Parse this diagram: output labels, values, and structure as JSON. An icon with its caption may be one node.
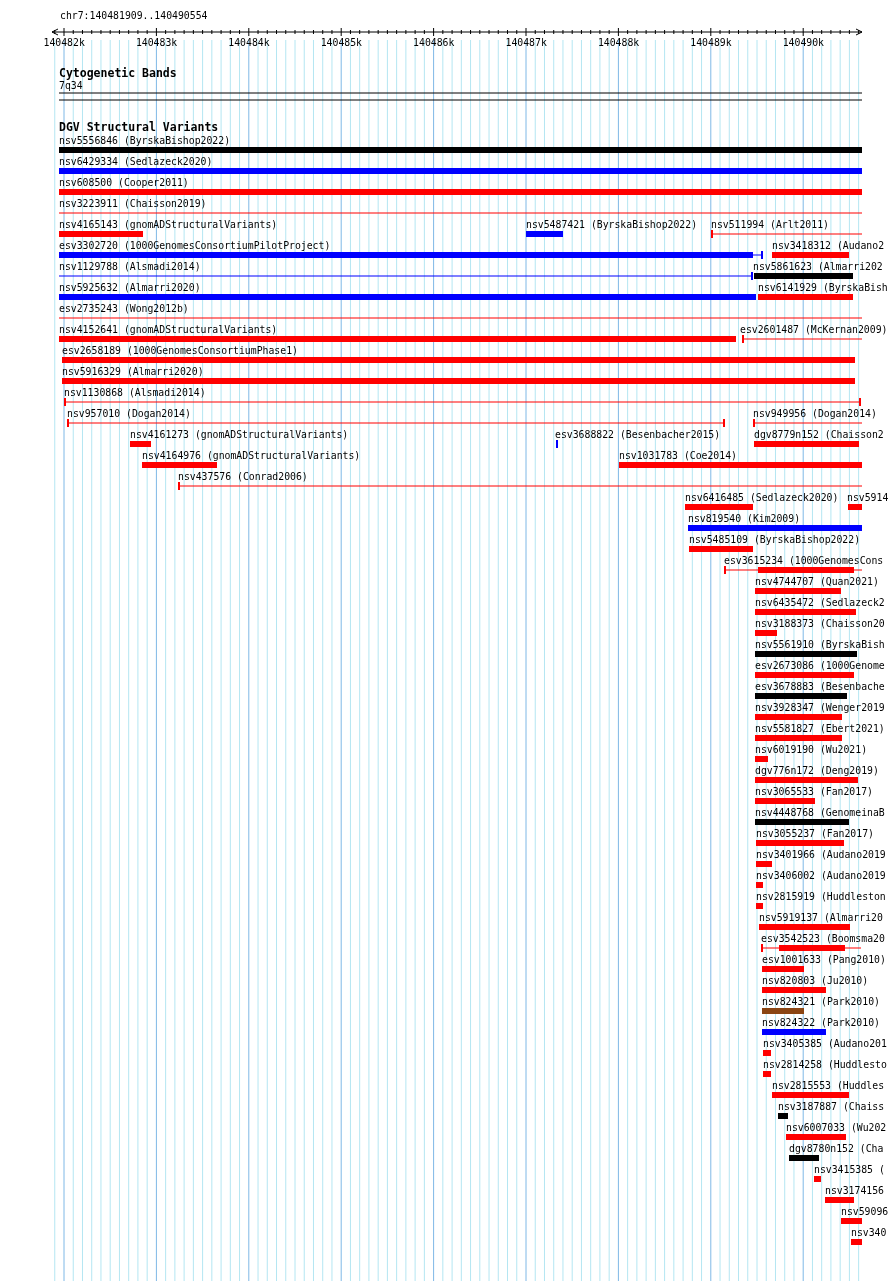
{
  "diagram": {
    "nodes": [
      {
        "text": [
          "nsv5556846 (ByrskaBishop2022)"
        ]
      },
      {
        "text": [
          "nsv6429334 (Sedlazeck2020)"
        ]
      },
      {
        "text": [
          "nsv608500 (Cooper2011)"
        ]
      },
      {
        "text": [
          "nsv3223911 (Chaisson2019)"
        ]
      },
      {
        "text": [
          "nsv4165143 (gnomADStructuralVariants)"
        ]
      },
      {
        "text": [
          "nsv5487421 (ByrskaBishop2022)"
        ]
      },
      {
        "text": [
          "nsv511994 (Arlt2011)"
        ]
      },
      {
        "text": [
          "esv3302720 (1000GenomesConsortiumPilotProject)"
        ]
      },
      {
        "text": [
          "nsv3418312 (Audano2"
        ]
      },
      {
        "text": [
          "nsv1129788 (Alsmadi2014)"
        ]
      },
      {
        "text": [
          "nsv5861623 (Almarri202"
        ]
      },
      {
        "text": [
          "nsv5925632 (Almarri2020)"
        ]
      },
      {
        "text": [
          "nsv6141929 (ByrskaBish"
        ]
      },
      {
        "text": [
          "esv2735243 (Wong2012b)"
        ]
      },
      {
        "text": [
          "nsv4152641 (gnomADStructuralVariants)"
        ]
      },
      {
        "text": [
          "esv2601487 (McKernan2009)"
        ]
      },
      {
        "text": [
          "esv2658189 (1000GenomesConsortiumPhase1)"
        ]
      },
      {
        "text": [
          "nsv5916329 (Almarri2020)"
        ]
      },
      {
        "text": [
          "nsv1130868 (Alsmadi2014)"
        ]
      },
      {
        "text": [
          "nsv957010 (Dogan2014)"
        ]
      },
      {
        "text": [
          "nsv949956 (Dogan2014)"
        ]
      },
      {
        "text": [
          "nsv4161273 (gnomADStructuralVariants)"
        ]
      },
      {
        "text": [
          "esv3688822 (Besenbacher2015)"
        ]
      },
      {
        "text": [
          "dgv8779n152 (Chaisson2"
        ]
      },
      {
        "text": [
          "nsv4164976 (gnomADStructuralVariants)"
        ]
      },
      {
        "text": [
          "nsv1031783 (Coe2014)"
        ]
      },
      {
        "text": [
          "nsv437576 (Conrad2006)"
        ]
      },
      {
        "text": [
          "nsv6416485 (Sedlazeck2020)"
        ]
      },
      {
        "text": [
          "nsv5914"
        ]
      },
      {
        "text": [
          "nsv819540 (Kim2009)"
        ]
      },
      {
        "text": [
          "nsv5485109 (ByrskaBishop2022)"
        ]
      },
      {
        "text": [
          "esv3615234 (1000GenomesCons"
        ]
      },
      {
        "text": [
          "nsv4744707 (Quan2021)"
        ]
      },
      {
        "text": [
          "nsv6435472 (Sedlazeck2"
        ]
      },
      {
        "text": [
          "nsv3188373 (Chaisson20"
        ]
      },
      {
        "text": [
          "nsv5561910 (ByrskaBish"
        ]
      },
      {
        "text": [
          "esv2673086 (1000Genome"
        ]
      },
      {
        "text": [
          "esv3678883 (Besenbache"
        ]
      },
      {
        "text": [
          "nsv3928347 (Wenger2019"
        ]
      },
      {
        "text": [
          "nsv5581827 (Ebert2021)"
        ]
      },
      {
        "text": [
          "nsv6019190 (Wu2021)"
        ]
      },
      {
        "text": [
          "dgv776n172 (Deng2019)"
        ]
      },
      {
        "text": [
          "nsv3065533 (Fan2017)"
        ]
      },
      {
        "text": [
          "nsv4448768 (GenomeinaB"
        ]
      },
      {
        "text": [
          "nsv3055237 (Fan2017)"
        ]
      },
      {
        "text": [
          "nsv3401966 (Audano2019"
        ]
      },
      {
        "text": [
          "nsv3406002 (Audano2019"
        ]
      },
      {
        "text": [
          "nsv2815919 (Huddleston"
        ]
      },
      {
        "text": [
          "nsv5919137 (Almarri20"
        ]
      },
      {
        "text": [
          "esv3542523 (Boomsma20"
        ]
      },
      {
        "text": [
          "esv1001633 (Pang2010)"
        ]
      },
      {
        "text": [
          "nsv820803 (Ju2010)"
        ]
      },
      {
        "text": [
          "nsv824321 (Park2010)"
        ]
      },
      {
        "text": [
          "nsv824322 (Park2010)"
        ]
      },
      {
        "text": [
          "nsv3405385 (Audano201"
        ]
      },
      {
        "text": [
          "nsv2814258 (Huddlesto"
        ]
      },
      {
        "text": [
          "nsv2815553 (Huddles"
        ]
      },
      {
        "text": [
          "nsv3187887 (Chaiss"
        ]
      },
      {
        "text": [
          "nsv6007033 (Wu202"
        ]
      },
      {
        "text": [
          "dgv8780n152 (Cha"
        ]
      },
      {
        "text": [
          "nsv3415385 ("
        ]
      },
      {
        "text": [
          "nsv3174156"
        ]
      },
      {
        "text": [
          "nsv59096"
        ]
      },
      {
        "text": [
          "nsv340"
        ]
      }
    ],
    "labels": [
      "chr7:140481909..140490554",
      "140482k",
      "140483k",
      "140484k",
      "140485k",
      "140486k",
      "140487k",
      "140488k",
      "140489k",
      "140490k",
      "Cytogenetic Bands",
      "7q34",
      "DGV Structural Variants"
    ]
  }
}
